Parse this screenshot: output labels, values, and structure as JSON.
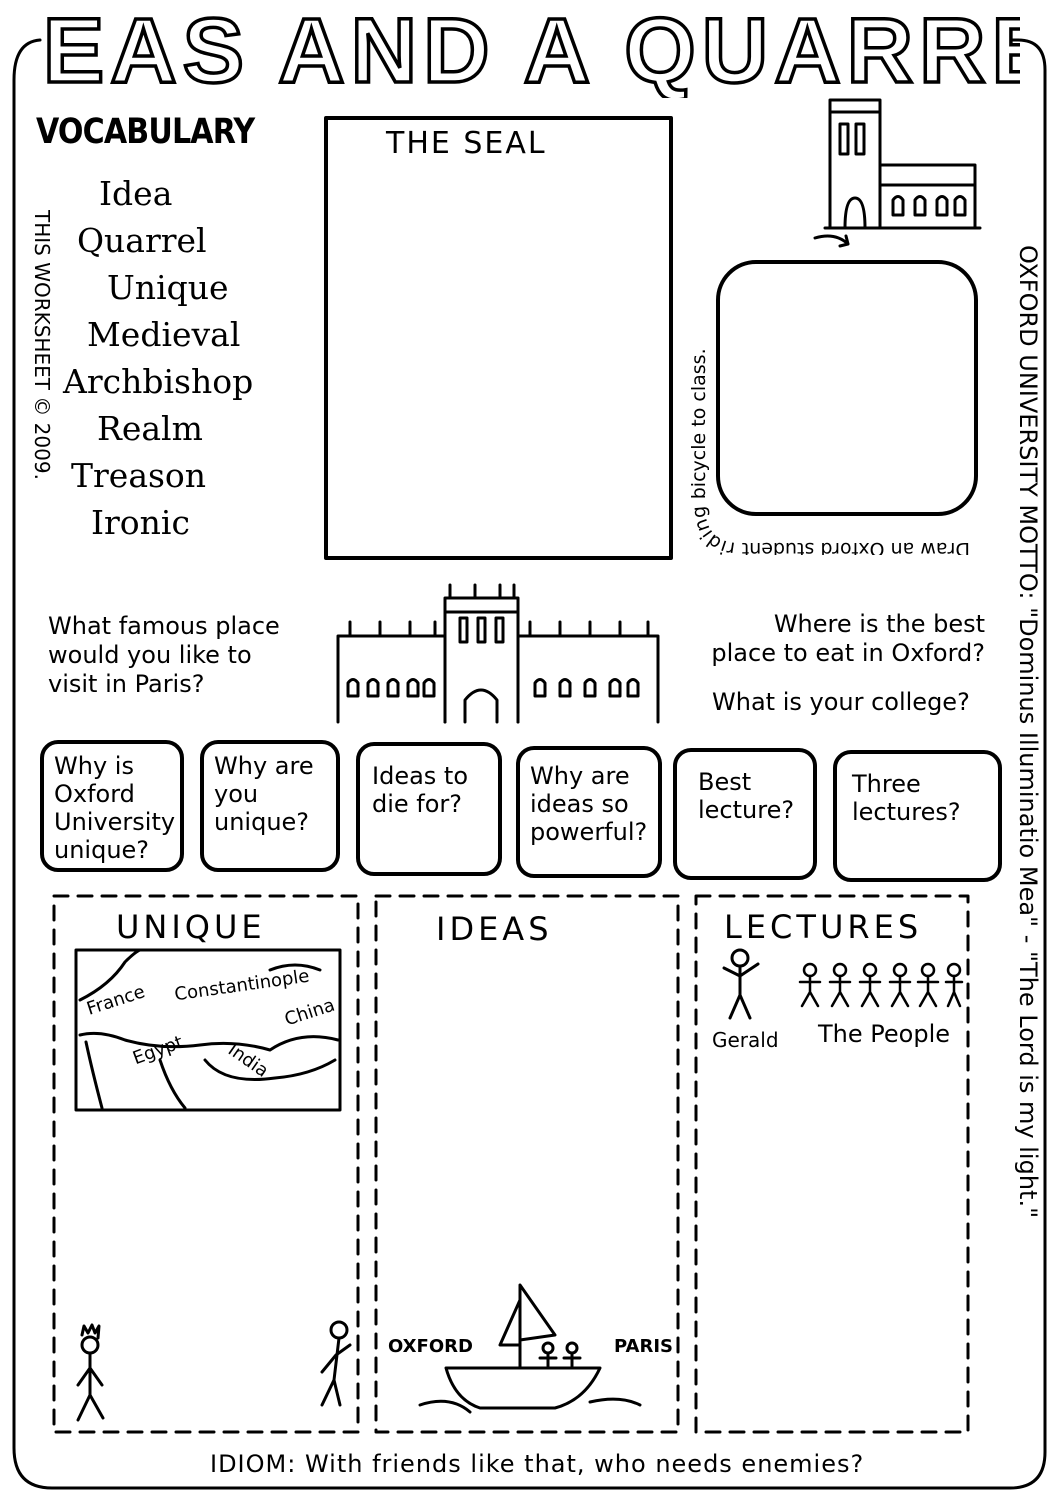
{
  "title": "IDEAS AND A QUARREL",
  "vocabulary": {
    "heading": "VOCABULARY",
    "words": [
      "Idea",
      "Quarrel",
      "Unique",
      "Medieval",
      "Archbishop",
      "Realm",
      "Treason",
      "Ironic"
    ]
  },
  "copyright": "THIS WORKSHEET © 2009.",
  "seal": {
    "label": "THE SEAL"
  },
  "bicycle_prompt": "Draw an Oxford student riding bicycle to class.",
  "motto": "OXFORD UNIVERSITY MOTTO: \"Dominus Illuminatio Mea\" - \"The Lord is my light.\"",
  "questions": {
    "paris": "What famous place would you like to visit in Paris?",
    "eat": "Where is the best place to eat in Oxford?",
    "college": "What is your college?"
  },
  "cards": [
    "Why is Oxford University unique?",
    "Why are you unique?",
    "Ideas to die for?",
    "Why are ideas so powerful?",
    "Best lecture?",
    "Three lectures?"
  ],
  "panels": {
    "unique": {
      "title": "UNIQUE",
      "map_labels": [
        "France",
        "Constantinople",
        "China",
        "Egypt",
        "India"
      ]
    },
    "ideas": {
      "title": "IDEAS",
      "left_label": "OXFORD",
      "right_label": "PARIS"
    },
    "lectures": {
      "title": "LECTURES",
      "gerald": "Gerald",
      "people": "The People"
    }
  },
  "idiom": "IDIOM: With friends like that, who needs enemies?"
}
